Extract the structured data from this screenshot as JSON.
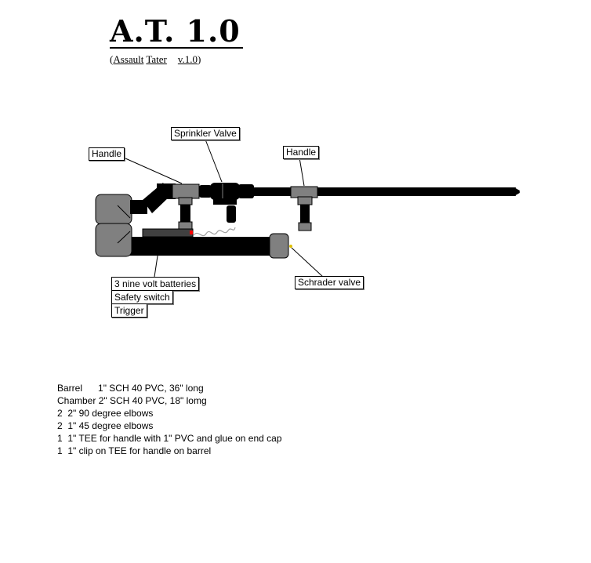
{
  "title": "A.T. 1.0",
  "subtitle": {
    "paren_open": "(",
    "word1": "Assault",
    "word2": "Tater",
    "version": "v.1.0",
    "paren_close": ")"
  },
  "labels": {
    "handle_left": "Handle",
    "sprinkler_valve": "Sprinkler Valve",
    "handle_right": "Handle",
    "electronics": [
      "3 nine volt batteries",
      "Safety switch",
      "Trigger"
    ],
    "schrader_valve": "Schrader valve"
  },
  "parts_list": [
    {
      "qty": "",
      "part": "Barrel",
      "spec": "1\" SCH 40 PVC, 36\" long"
    },
    {
      "qty": "",
      "part": "Chamber",
      "spec": "2\" SCH 40 PVC, 18\" lomg"
    },
    {
      "qty": "2",
      "part": "",
      "spec": "2\" 90 degree elbows"
    },
    {
      "qty": "2",
      "part": "",
      "spec": "1\" 45 degree elbows"
    },
    {
      "qty": "1",
      "part": "",
      "spec": "1\" TEE for handle with 1\" PVC and glue on end cap"
    },
    {
      "qty": "1",
      "part": "",
      "spec": "1\" clip on TEE for handle on barrel"
    }
  ],
  "colors": {
    "pipe": "#000000",
    "fitting": "#808080",
    "wire": "#a0a0a0",
    "trigger_dot": "#ff0000",
    "valve_dot": "#e0c000"
  }
}
